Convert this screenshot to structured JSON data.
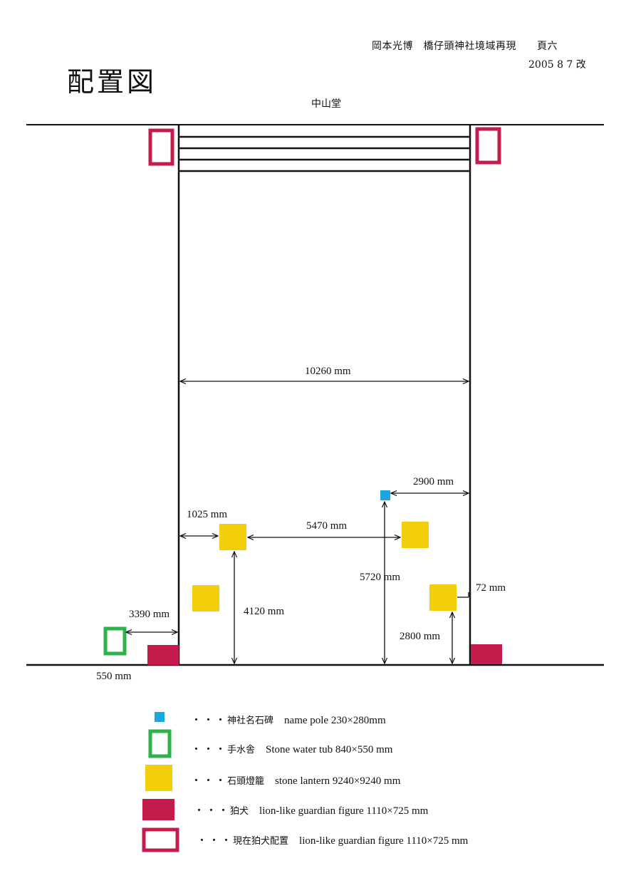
{
  "header": {
    "author_line": "岡本光博　橋仔頭神社境域再現　　頁六",
    "date": "2005 8 7 改",
    "title": "配置図",
    "hall_label": "中山堂"
  },
  "dimensions": {
    "width_total": "10260 mm",
    "left_to_lantern": "1025 mm",
    "between_lanterns": "5470 mm",
    "pole_to_right": "2900 mm",
    "pole_height": "5720 mm",
    "lantern_height": "4120 mm",
    "right_gap": "72 mm",
    "right_lantern_height": "2800 mm",
    "water_to_wall": "3390 mm",
    "water_width": "550 mm"
  },
  "legend": [
    {
      "dots": "・・・",
      "ja": "神社名石碑",
      "en": "name pole  230×280mm",
      "icon": "name-pole",
      "color": "#1aa7e0"
    },
    {
      "dots": "・・・",
      "ja": "手水舎",
      "en": "Stone water tub  840×550 mm",
      "icon": "water-tub",
      "color": "#2db34a"
    },
    {
      "dots": "・・・",
      "ja": "石頭燈籠",
      "en": "stone lantern  9240×9240 mm",
      "icon": "stone-lantern",
      "color": "#f2cf0a"
    },
    {
      "dots": "・・・",
      "ja": "狛犬",
      "en": "lion-like guardian figure  1110×725 mm",
      "icon": "guardian",
      "color": "#c41c4d"
    },
    {
      "dots": "・・・",
      "ja": "現在狛犬配置",
      "en": "lion-like guardian figure  1110×725 mm",
      "icon": "guardian-current",
      "color": "#c41c4d"
    }
  ]
}
